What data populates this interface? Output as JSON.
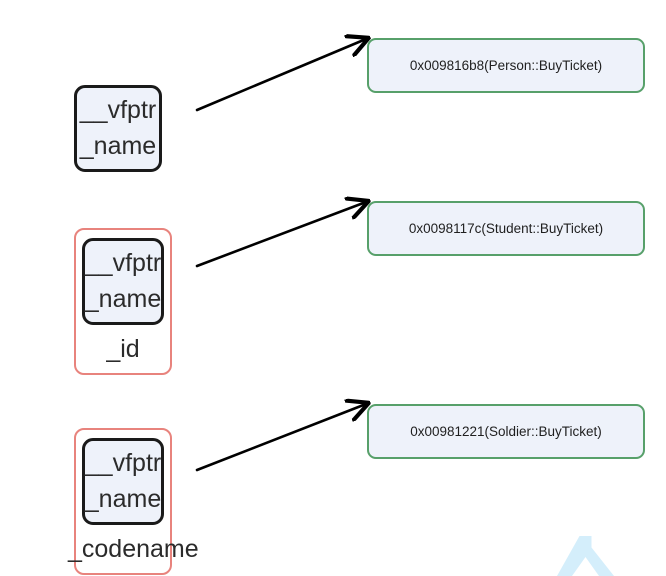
{
  "diagram": {
    "title": "C++ virtual function table (vfptr) layout diagram",
    "background_color": "#ffffff",
    "colors": {
      "object_fill": "#eef2fa",
      "object_border": "#1a1a1a",
      "derived_outer_border": "#e8837d",
      "derived_outer_fill": "#ffffff",
      "func_border": "#57a06a",
      "func_fill": "#eef2fa",
      "arrow": "#000000",
      "text": "#2b2b2b",
      "watermark": "#d4eefb"
    },
    "objects": [
      {
        "id": "person",
        "has_outer_box": false,
        "vtbl_members": [
          "__vfptr",
          "_name"
        ],
        "extra_members": []
      },
      {
        "id": "student",
        "has_outer_box": true,
        "vtbl_members": [
          "__vfptr",
          "_name"
        ],
        "extra_members": [
          "_id"
        ]
      },
      {
        "id": "soldier",
        "has_outer_box": true,
        "vtbl_members": [
          "__vfptr",
          "_name"
        ],
        "extra_members": [
          "_codename"
        ]
      }
    ],
    "func_entries": [
      {
        "id": "person-func",
        "label": "0x009816b8(Person::BuyTicket)"
      },
      {
        "id": "student-func",
        "label": "0x0098117c(Student::BuyTicket)"
      },
      {
        "id": "soldier-func",
        "label": "0x00981221(Soldier::BuyTicket)"
      }
    ],
    "arrows": [
      {
        "id": "arrow-person",
        "from": "person-vfptr",
        "to": "person-func"
      },
      {
        "id": "arrow-student",
        "from": "student-vfptr",
        "to": "student-func"
      },
      {
        "id": "arrow-soldier",
        "from": "soldier-vfptr",
        "to": "soldier-func"
      }
    ],
    "watermark": {
      "glyph": "watermark-logo"
    }
  }
}
